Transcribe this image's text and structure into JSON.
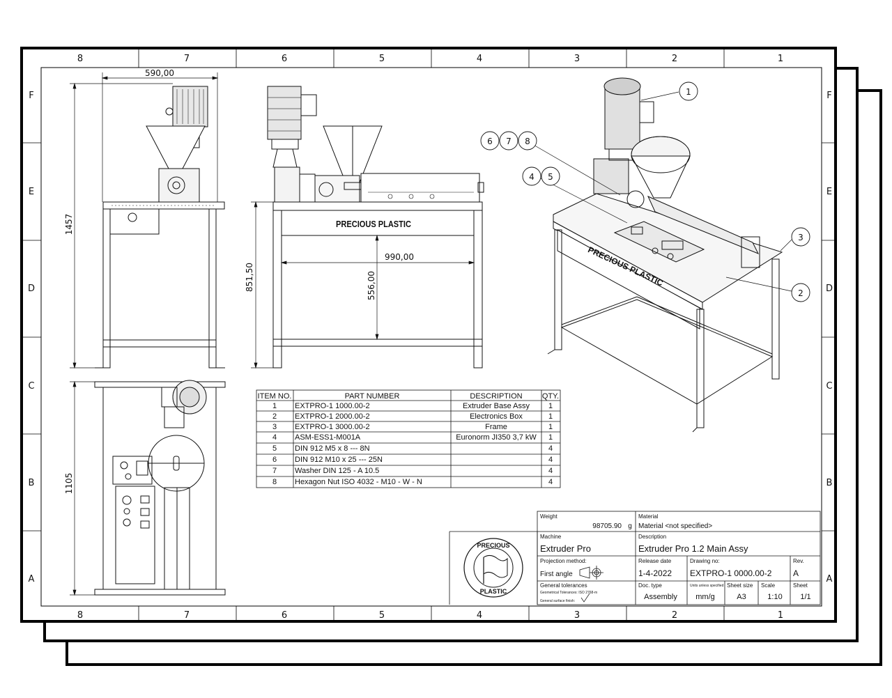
{
  "border": {
    "columns": [
      "8",
      "7",
      "6",
      "5",
      "4",
      "3",
      "2",
      "1"
    ],
    "rows": [
      "F",
      "E",
      "D",
      "C",
      "B",
      "A"
    ]
  },
  "dimensions": {
    "width_top": "590,00",
    "height_side": "1457",
    "front_height": "851,50",
    "front_width": "990,00",
    "front_inner_height": "556,00",
    "top_view_height": "1105"
  },
  "brand_on_frame": "PRECIOUS PLASTIC",
  "callouts": [
    "1",
    "2",
    "3",
    "4",
    "5",
    "6",
    "7",
    "8"
  ],
  "bom": {
    "headers": [
      "ITEM NO.",
      "PART NUMBER",
      "DESCRIPTION",
      "QTY."
    ],
    "rows": [
      [
        "1",
        "EXTPRO-1 1000.00-2",
        "Extruder Base Assy",
        "1"
      ],
      [
        "2",
        "EXTPRO-1 2000.00-2",
        "Electronics Box",
        "1"
      ],
      [
        "3",
        "EXTPRO-1 3000.00-2",
        "Frame",
        "1"
      ],
      [
        "4",
        "ASM-ESS1-M001A",
        "Euronorm JI350 3,7 kW",
        "1"
      ],
      [
        "5",
        "DIN 912 M5 x 8 --- 8N",
        "",
        "4"
      ],
      [
        "6",
        "DIN 912 M10 x 25 --- 25N",
        "",
        "4"
      ],
      [
        "7",
        "Washer DIN 125 - A 10.5",
        "",
        "4"
      ],
      [
        "8",
        "Hexagon Nut ISO 4032 - M10 - W - N",
        "",
        "4"
      ]
    ]
  },
  "title_block": {
    "weight_label": "Weight",
    "weight_value": "98705.90",
    "weight_unit": "g",
    "material_label": "Material",
    "material_value": "Material <not specified>",
    "machine_label": "Machine",
    "machine_value": "Extruder Pro",
    "description_label": "Description",
    "description_value": "Extruder Pro 1.2 Main Assy",
    "projection_label": "Projection method:",
    "projection_value": "First angle",
    "release_label": "Release date",
    "release_value": "1-4-2022",
    "drawing_no_label": "Drawing no:",
    "drawing_no_value": "EXTPRO-1 0000.00-2",
    "rev_label": "Rev.",
    "rev_value": "A",
    "tolerances_label": "General tolerances",
    "geom_tol": "Geometrical Tolerances: ISO 2768-m",
    "surface_finish": "General surface finish:",
    "doc_type_label": "Doc. type",
    "doc_type_value": "Assembly",
    "units_label": "Units unless specified",
    "units_value": "mm/g",
    "sheet_size_label": "Sheet size",
    "sheet_size_value": "A3",
    "scale_label": "Scale",
    "scale_value": "1:10",
    "sheet_label": "Sheet",
    "sheet_value": "1/1",
    "logo_top": "PRECIOUS",
    "logo_bottom": "PLASTIC"
  }
}
